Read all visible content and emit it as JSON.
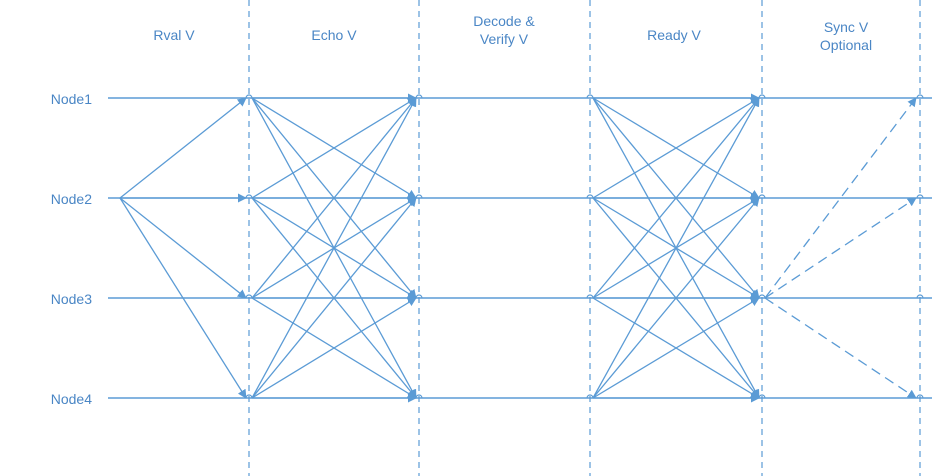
{
  "diagram": {
    "colors": {
      "line": "#5b9bd5",
      "text": "#4a86c5",
      "background": "#ffffff"
    },
    "nodes": [
      "Node1",
      "Node2",
      "Node3",
      "Node4"
    ],
    "phases": [
      {
        "id": "rval",
        "line1": "Rval V",
        "line2": ""
      },
      {
        "id": "echo",
        "line1": "Echo V",
        "line2": ""
      },
      {
        "id": "decode",
        "line1": "Decode &",
        "line2": "Verify V"
      },
      {
        "id": "ready",
        "line1": "Ready V",
        "line2": ""
      },
      {
        "id": "sync",
        "line1": "Sync V",
        "line2": "Optional"
      }
    ],
    "rval_sender": "Node2",
    "sync_sender": "Node3",
    "sync_dashed": true
  }
}
